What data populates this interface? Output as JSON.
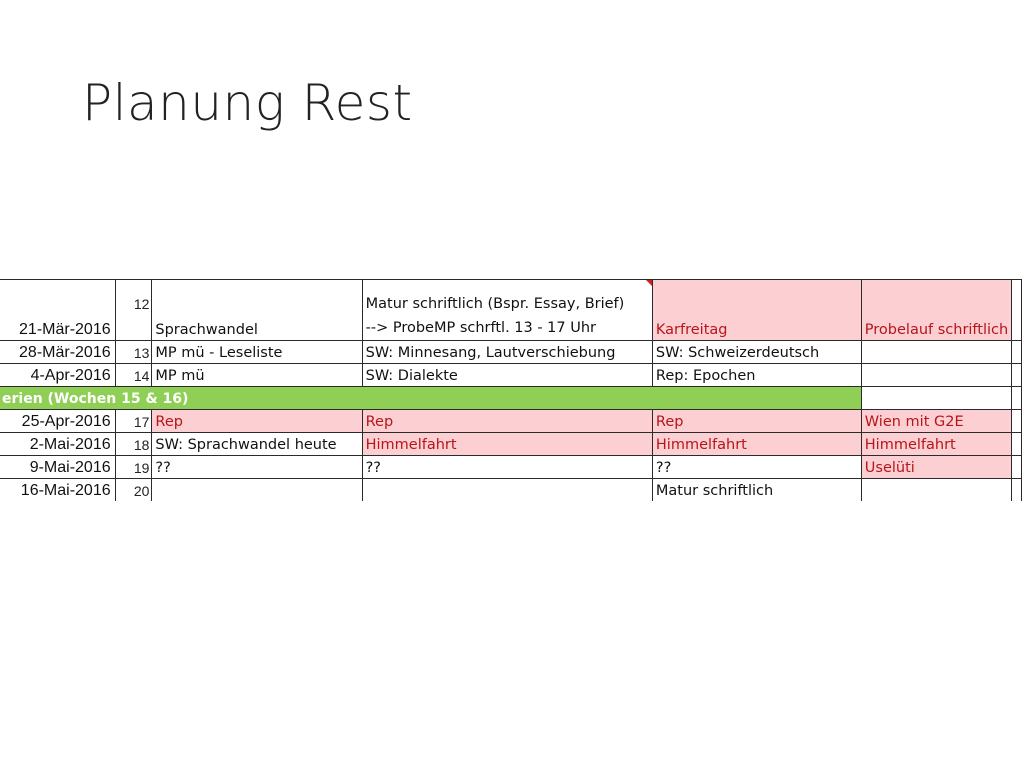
{
  "title": "Planung Rest",
  "rows": [
    {
      "date": "21-Mär-2016",
      "week": "12",
      "c1": "Sprachwandel",
      "c2_line1": "Matur schriftlich (Bspr. Essay, Brief)",
      "c2_line2": "--> ProbeMP  schrftl. 13 - 17 Uhr",
      "c3": "Karfreitag",
      "c4": "Probelauf schriftlich"
    },
    {
      "date": "28-Mär-2016",
      "week": "13",
      "c1": "MP mü - Leseliste",
      "c2": "SW: Minnesang, Lautverschiebung",
      "c3": "SW: Schweizerdeutsch",
      "c4": ""
    },
    {
      "date": "4-Apr-2016",
      "week": "14",
      "c1": "MP mü",
      "c2": "SW: Dialekte",
      "c3": "Rep: Epochen",
      "c4": ""
    },
    {
      "band": "erien (Wochen 15 & 16)"
    },
    {
      "date": "25-Apr-2016",
      "week": "17",
      "c1": "Rep",
      "c2": "Rep",
      "c3": "Rep",
      "c4": "Wien mit G2E"
    },
    {
      "date": "2-Mai-2016",
      "week": "18",
      "c1": "SW: Sprachwandel heute",
      "c2": "Himmelfahrt",
      "c3": "Himmelfahrt",
      "c4": "Himmelfahrt"
    },
    {
      "date": "9-Mai-2016",
      "week": "19",
      "c1": "??",
      "c2": "??",
      "c3": "??",
      "c4": "Uselüti"
    },
    {
      "date": "16-Mai-2016",
      "week": "20",
      "c1": "",
      "c2": "",
      "c3": "Matur schriftlich",
      "c4": ""
    }
  ],
  "colors": {
    "red_fill": "#fccfd2",
    "red_text": "#b5151b",
    "band_green": "#8fcf55"
  }
}
